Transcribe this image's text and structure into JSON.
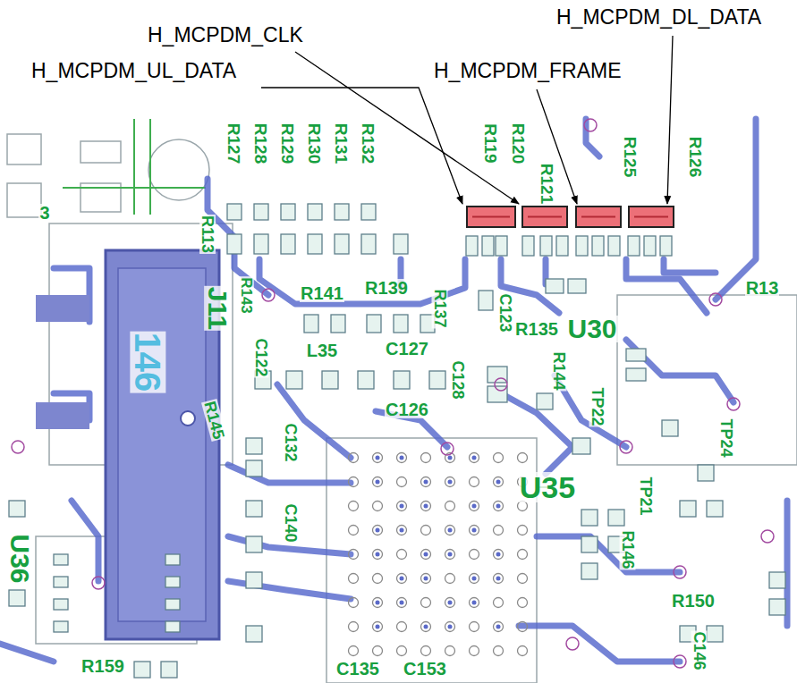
{
  "diagram": {
    "labels": [
      "H_MCPDM_DL_DATA",
      "H_MCPDM_CLK",
      "H_MCPDM_FRAME",
      "H_MCPDM_UL_DATA",
      "R127",
      "R128",
      "R129",
      "R130",
      "R131",
      "R132",
      "R119",
      "R120",
      "R121",
      "R125",
      "R126",
      "R113",
      "J11",
      "R143",
      "R141",
      "R139",
      "R137",
      "R135",
      "U30",
      "C122",
      "L35",
      "C127",
      "C123",
      "C128",
      "R144",
      "TP22",
      "TP24",
      "TP21",
      "146",
      "R145",
      "C132",
      "C126",
      "U35",
      "R146",
      "R150",
      "C146",
      "C140",
      "U36",
      "R159",
      "C135",
      "C153",
      "3",
      "R13"
    ]
  }
}
